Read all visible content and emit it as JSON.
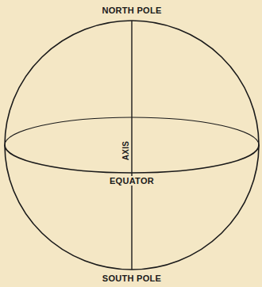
{
  "diagram": {
    "labels": [
      "NORTH POLE",
      "AXIS",
      "EQUATOR",
      "SOUTH POLE"
    ]
  }
}
